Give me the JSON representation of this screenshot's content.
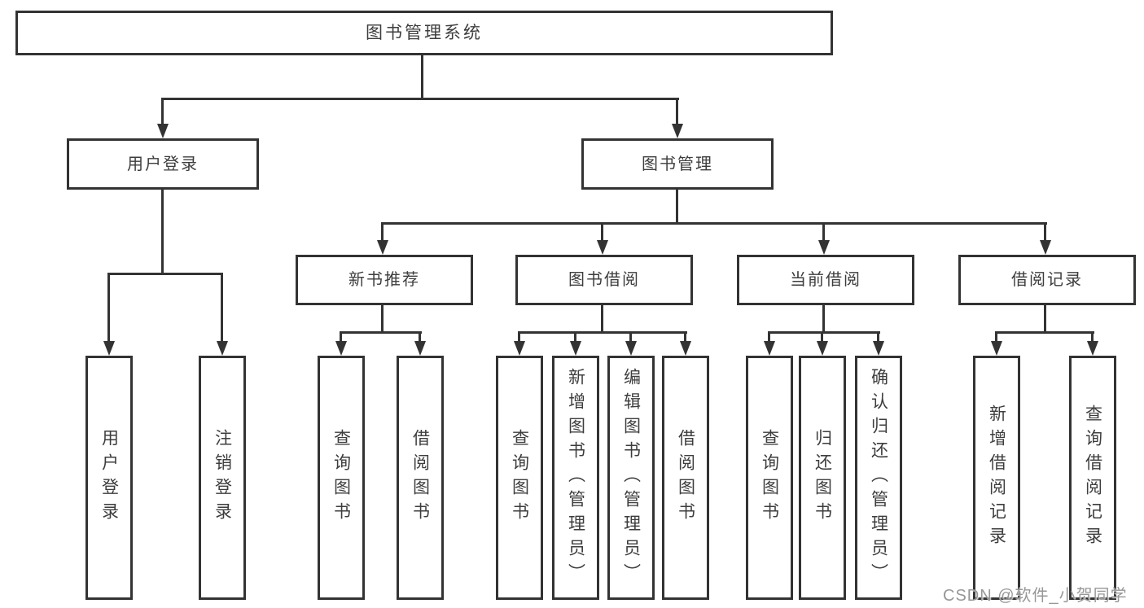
{
  "diagram": {
    "root": {
      "label": "图书管理系统"
    },
    "level2": {
      "user_login": {
        "label": "用户登录"
      },
      "book_management": {
        "label": "图书管理"
      }
    },
    "level3": {
      "new_book_recommend": {
        "label": "新书推荐"
      },
      "book_borrow": {
        "label": "图书借阅"
      },
      "current_borrow": {
        "label": "当前借阅"
      },
      "borrow_records": {
        "label": "借阅记录"
      }
    },
    "leaves": {
      "user_login": {
        "label": "用户登录"
      },
      "logout": {
        "label": "注销登录"
      },
      "recommend_query": {
        "label": "查询图书"
      },
      "recommend_borrow": {
        "label": "借阅图书"
      },
      "borrow_query": {
        "label": "查询图书"
      },
      "borrow_add_admin": {
        "label": "新增图书（管理员）"
      },
      "borrow_edit_admin": {
        "label": "编辑图书（管理员）"
      },
      "borrow_borrow": {
        "label": "借阅图书"
      },
      "current_query": {
        "label": "查询图书"
      },
      "current_return": {
        "label": "归还图书"
      },
      "current_confirm_admin": {
        "label": "确认归还（管理员）"
      },
      "records_add": {
        "label": "新增借阅记录"
      },
      "records_query": {
        "label": "查询借阅记录"
      }
    },
    "watermark": "CSDN @软件_小贺同学",
    "colors": {
      "line": "#333333",
      "text": "#3d3d3d",
      "background": "#ffffff",
      "watermark": "#979797"
    }
  }
}
